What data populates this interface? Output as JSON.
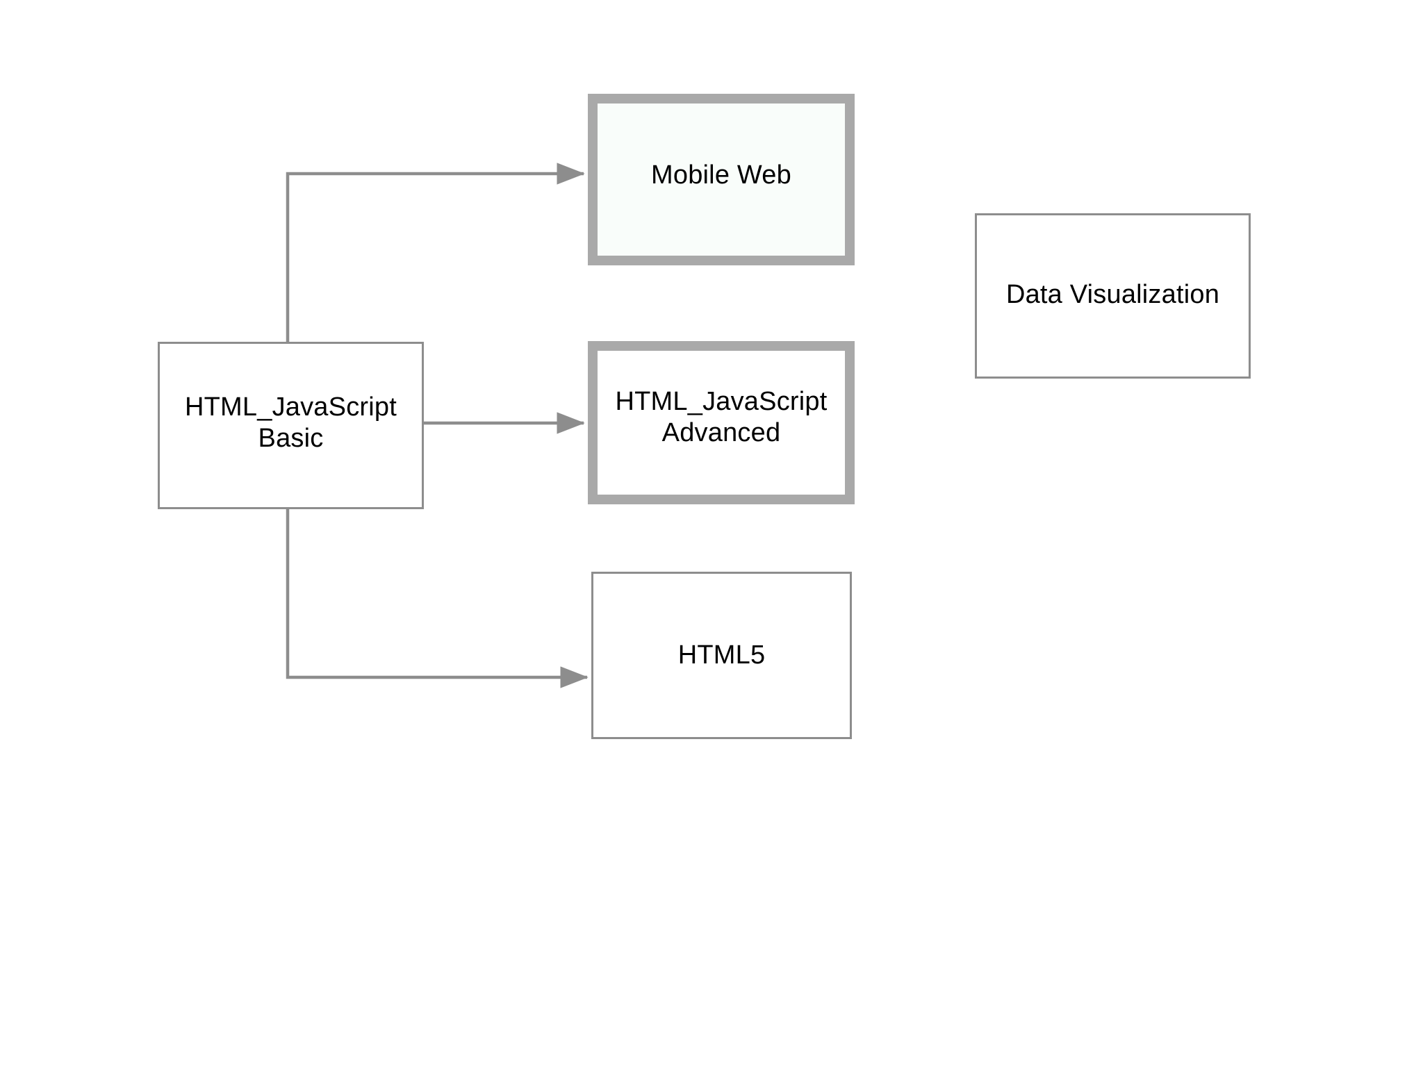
{
  "diagram": {
    "background_color": "#ffffff",
    "connector_color": "#8d8d8d",
    "thin_border_color": "#8d8d8d",
    "thick_border_color": "#a9a9a9",
    "text_color": "#000000",
    "nodes": [
      {
        "id": "html-javascript-basic",
        "label": "HTML_JavaScript\nBasic",
        "style": "thin",
        "fill": "#ffffff"
      },
      {
        "id": "mobile-web",
        "label": "Mobile Web",
        "style": "thick",
        "fill": "#f9fdfa"
      },
      {
        "id": "html-javascript-advanced",
        "label": "HTML_JavaScript\nAdvanced",
        "style": "thick",
        "fill": "#ffffff"
      },
      {
        "id": "html5",
        "label": "HTML5",
        "style": "thin",
        "fill": "#ffffff"
      },
      {
        "id": "data-visualization",
        "label": "Data Visualization",
        "style": "thin",
        "fill": "#ffffff"
      }
    ],
    "connectors": [
      {
        "id": "basic-to-mobile-web",
        "from": "html-javascript-basic",
        "to": "mobile-web",
        "arrowhead": "end"
      },
      {
        "id": "basic-to-advanced",
        "from": "html-javascript-basic",
        "to": "html-javascript-advanced",
        "arrowhead": "end"
      },
      {
        "id": "basic-to-html5",
        "from": "html-javascript-basic",
        "to": "html5",
        "arrowhead": "end"
      }
    ]
  }
}
